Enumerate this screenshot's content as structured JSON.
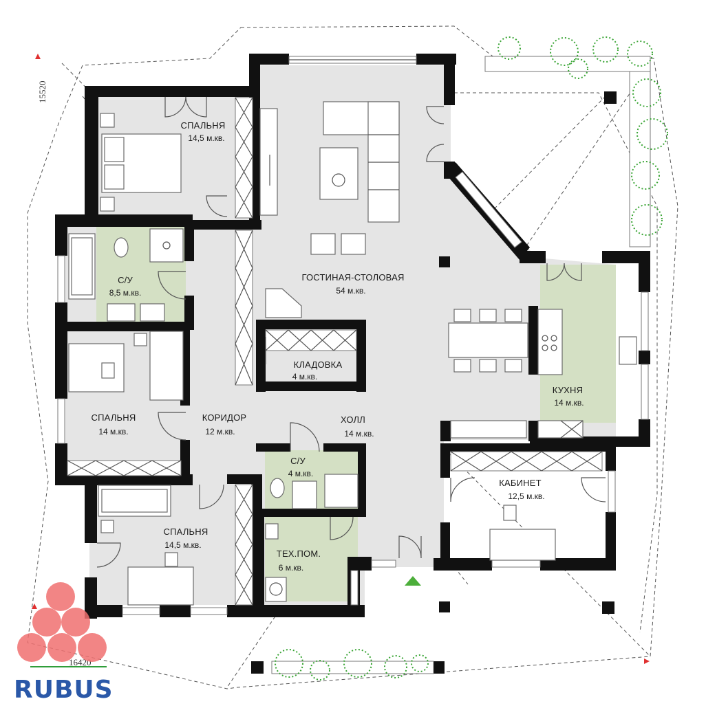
{
  "plan": {
    "dimensions": {
      "height_label": "15520",
      "width_label": "16420"
    },
    "rooms": [
      {
        "id": "bedroom-top",
        "title": "СПАЛЬНЯ",
        "area": "14,5 м.кв."
      },
      {
        "id": "bathroom-large",
        "title": "С/У",
        "area": "8,5 м.кв."
      },
      {
        "id": "bedroom-middle",
        "title": "СПАЛЬНЯ",
        "area": "14 м.кв."
      },
      {
        "id": "corridor",
        "title": "КОРИДОР",
        "area": "12 м.кв."
      },
      {
        "id": "bedroom-bottom",
        "title": "СПАЛЬНЯ",
        "area": "14,5 м.кв."
      },
      {
        "id": "living-dining",
        "title": "ГОСТИНАЯ-СТОЛОВАЯ",
        "area": "54 м.кв."
      },
      {
        "id": "storage",
        "title": "КЛАДОВКА",
        "area": "4 м.кв."
      },
      {
        "id": "hall",
        "title": "ХОЛЛ",
        "area": "14 м.кв."
      },
      {
        "id": "bathroom-small",
        "title": "С/У",
        "area": "4 м.кв."
      },
      {
        "id": "tech-room",
        "title": "ТЕХ.ПОМ.",
        "area": "6 м.кв."
      },
      {
        "id": "kitchen",
        "title": "КУХНЯ",
        "area": "14 м.кв."
      },
      {
        "id": "study",
        "title": "КАБИНЕТ",
        "area": "12,5 м.кв."
      }
    ]
  },
  "brand": {
    "name": "RUBUS"
  },
  "colors": {
    "floor": "#e5e5e5",
    "wet_zone": "#d4e0c4",
    "wall": "#111111",
    "plant": "#3aa535",
    "logo_circles": "#f07070",
    "logo_text": "#2a58a8",
    "entry_marker": "#4cae3a",
    "dimension_marker": "#e03030"
  }
}
